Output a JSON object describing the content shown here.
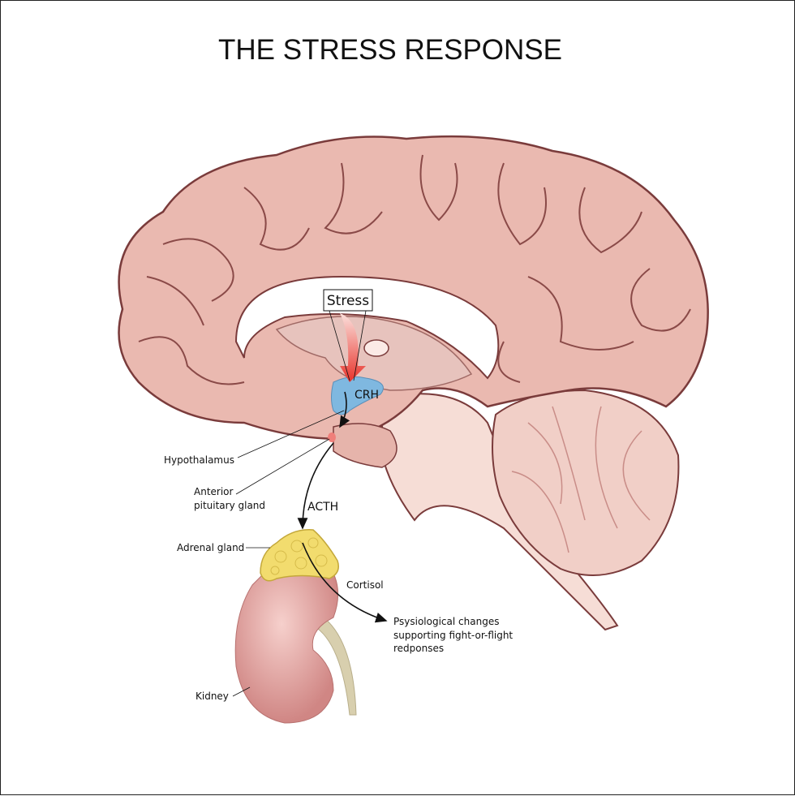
{
  "title": "THE STRESS RESPONSE",
  "labels": {
    "stress": "Stress",
    "crh": "CRH",
    "hypothalamus": "Hypothalamus",
    "anterior_pituitary_line1": "Anterior",
    "anterior_pituitary_line2": "pituitary gland",
    "acth": "ACTH",
    "adrenal_gland": "Adrenal gland",
    "cortisol": "Cortisol",
    "effects_line1": "Psysiological changes",
    "effects_line2": "supporting fight-or-flight",
    "effects_line3": "redponses",
    "kidney": "Kidney"
  },
  "colors": {
    "brain": "#eab9b0",
    "brain_outline": "#7a3b3b",
    "hypothalamus": "#7fb8e0",
    "stress_arrow": "#e8322a",
    "adrenal": "#f2dc6e",
    "kidney": "#d48c8a",
    "ureter": "#d8cfae"
  }
}
